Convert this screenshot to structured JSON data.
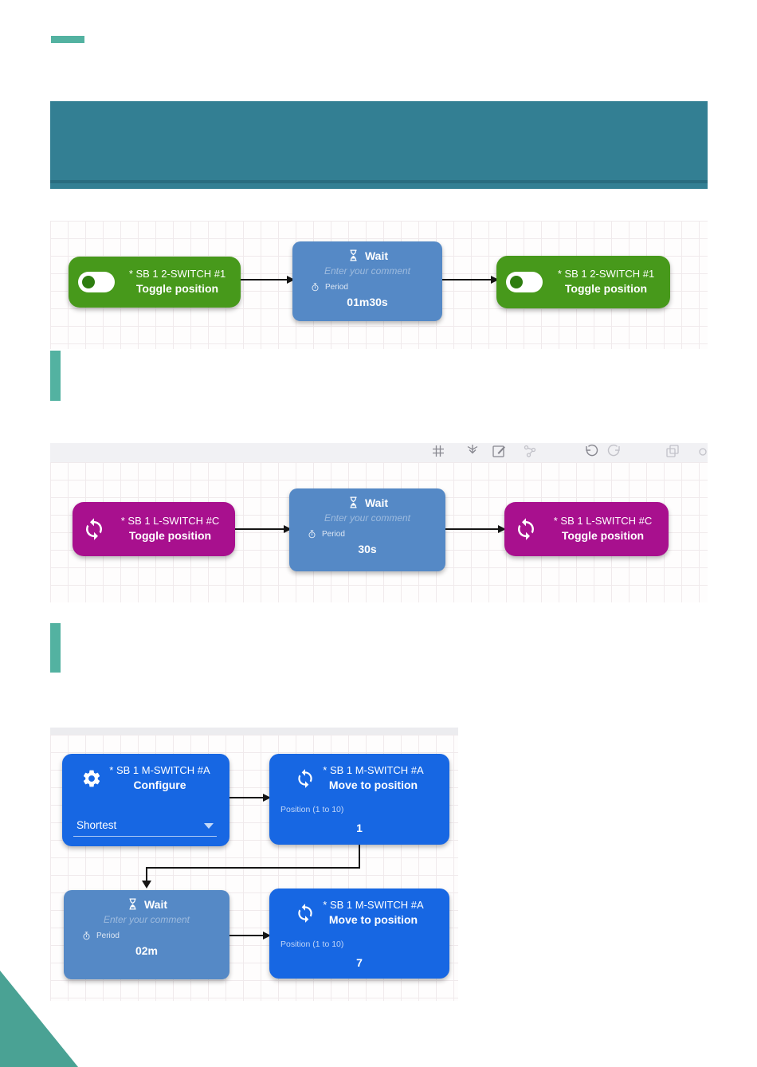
{
  "colors": {
    "header_bar": "#337f93",
    "accent": "#53b2a1",
    "corner": "#4aa294",
    "green": "#47991b",
    "magenta": "#a8108e",
    "wait_blue": "#5589c6",
    "bright_blue": "#1767e3",
    "arrow": "#151515",
    "toolbar_icon_dark": "#87878f",
    "toolbar_icon_light": "#c2c2c9"
  },
  "toolbar": {
    "icons": [
      "snap-to-grid-icon",
      "download-icon",
      "edit-note-icon",
      "share-nodes-icon",
      "undo-icon",
      "redo-icon",
      "copy-icon",
      "circle-icon"
    ]
  },
  "flow1": {
    "start": {
      "device": "* SB 1 2-SWITCH #1",
      "action": "Toggle position"
    },
    "wait": {
      "title": "Wait",
      "comment_placeholder": "Enter your comment",
      "period_label": "Period",
      "period_value": "01m30s"
    },
    "end": {
      "device": "* SB 1 2-SWITCH #1",
      "action": "Toggle position"
    }
  },
  "flow2": {
    "start": {
      "device": "* SB 1 L-SWITCH #C",
      "action": "Toggle position"
    },
    "wait": {
      "title": "Wait",
      "comment_placeholder": "Enter your comment",
      "period_label": "Period",
      "period_value": "30s"
    },
    "end": {
      "device": "* SB 1 L-SWITCH #C",
      "action": "Toggle position"
    }
  },
  "flow3": {
    "configure": {
      "device": "* SB 1 M-SWITCH #A",
      "action": "Configure",
      "dropdown_value": "Shortest"
    },
    "move1": {
      "device": "* SB 1 M-SWITCH #A",
      "action": "Move to position",
      "param_label": "Position (1 to 10)",
      "param_value": "1"
    },
    "wait": {
      "title": "Wait",
      "comment_placeholder": "Enter your comment",
      "period_label": "Period",
      "period_value": "02m"
    },
    "move2": {
      "device": "* SB 1 M-SWITCH #A",
      "action": "Move to position",
      "param_label": "Position (1 to 10)",
      "param_value": "7"
    }
  }
}
